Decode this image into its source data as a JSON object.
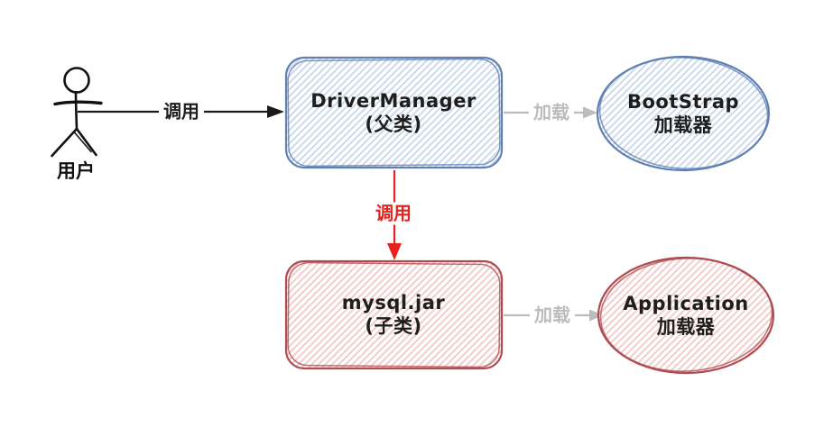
{
  "diagram": {
    "background": "#ffffff",
    "actor": {
      "label": "用户"
    },
    "nodes": {
      "driver_manager": {
        "title": "DriverManager",
        "subtitle": "(父类)",
        "shape": "rectangle",
        "stroke_color": "#6080b3",
        "hatch_color": "#ccd9eb"
      },
      "bootstrap_loader": {
        "title": "BootStrap",
        "subtitle": "加载器",
        "shape": "ellipse",
        "stroke_color": "#6080b3",
        "hatch_color": "#ccd9eb"
      },
      "mysql_jar": {
        "title": "mysql.jar",
        "subtitle": "(子类)",
        "shape": "rectangle",
        "stroke_color": "#b04c50",
        "hatch_color": "#f2cbcb"
      },
      "application_loader": {
        "title": "Application",
        "subtitle": "加载器",
        "shape": "ellipse",
        "stroke_color": "#b04c50",
        "hatch_color": "#f2cbcb"
      }
    },
    "edges": {
      "user_call": {
        "label": "调用",
        "color": "#1a1a1a",
        "from": "用户",
        "to": "DriverManager"
      },
      "parent_load": {
        "label": "加载",
        "color": "#bcbcbc",
        "from": "DriverManager",
        "to": "BootStrap 加载器"
      },
      "child_call": {
        "label": "调用",
        "color": "#e8211d",
        "from": "DriverManager",
        "to": "mysql.jar"
      },
      "child_load": {
        "label": "加载",
        "color": "#bcbcbc",
        "from": "mysql.jar",
        "to": "Application 加载器"
      }
    }
  }
}
